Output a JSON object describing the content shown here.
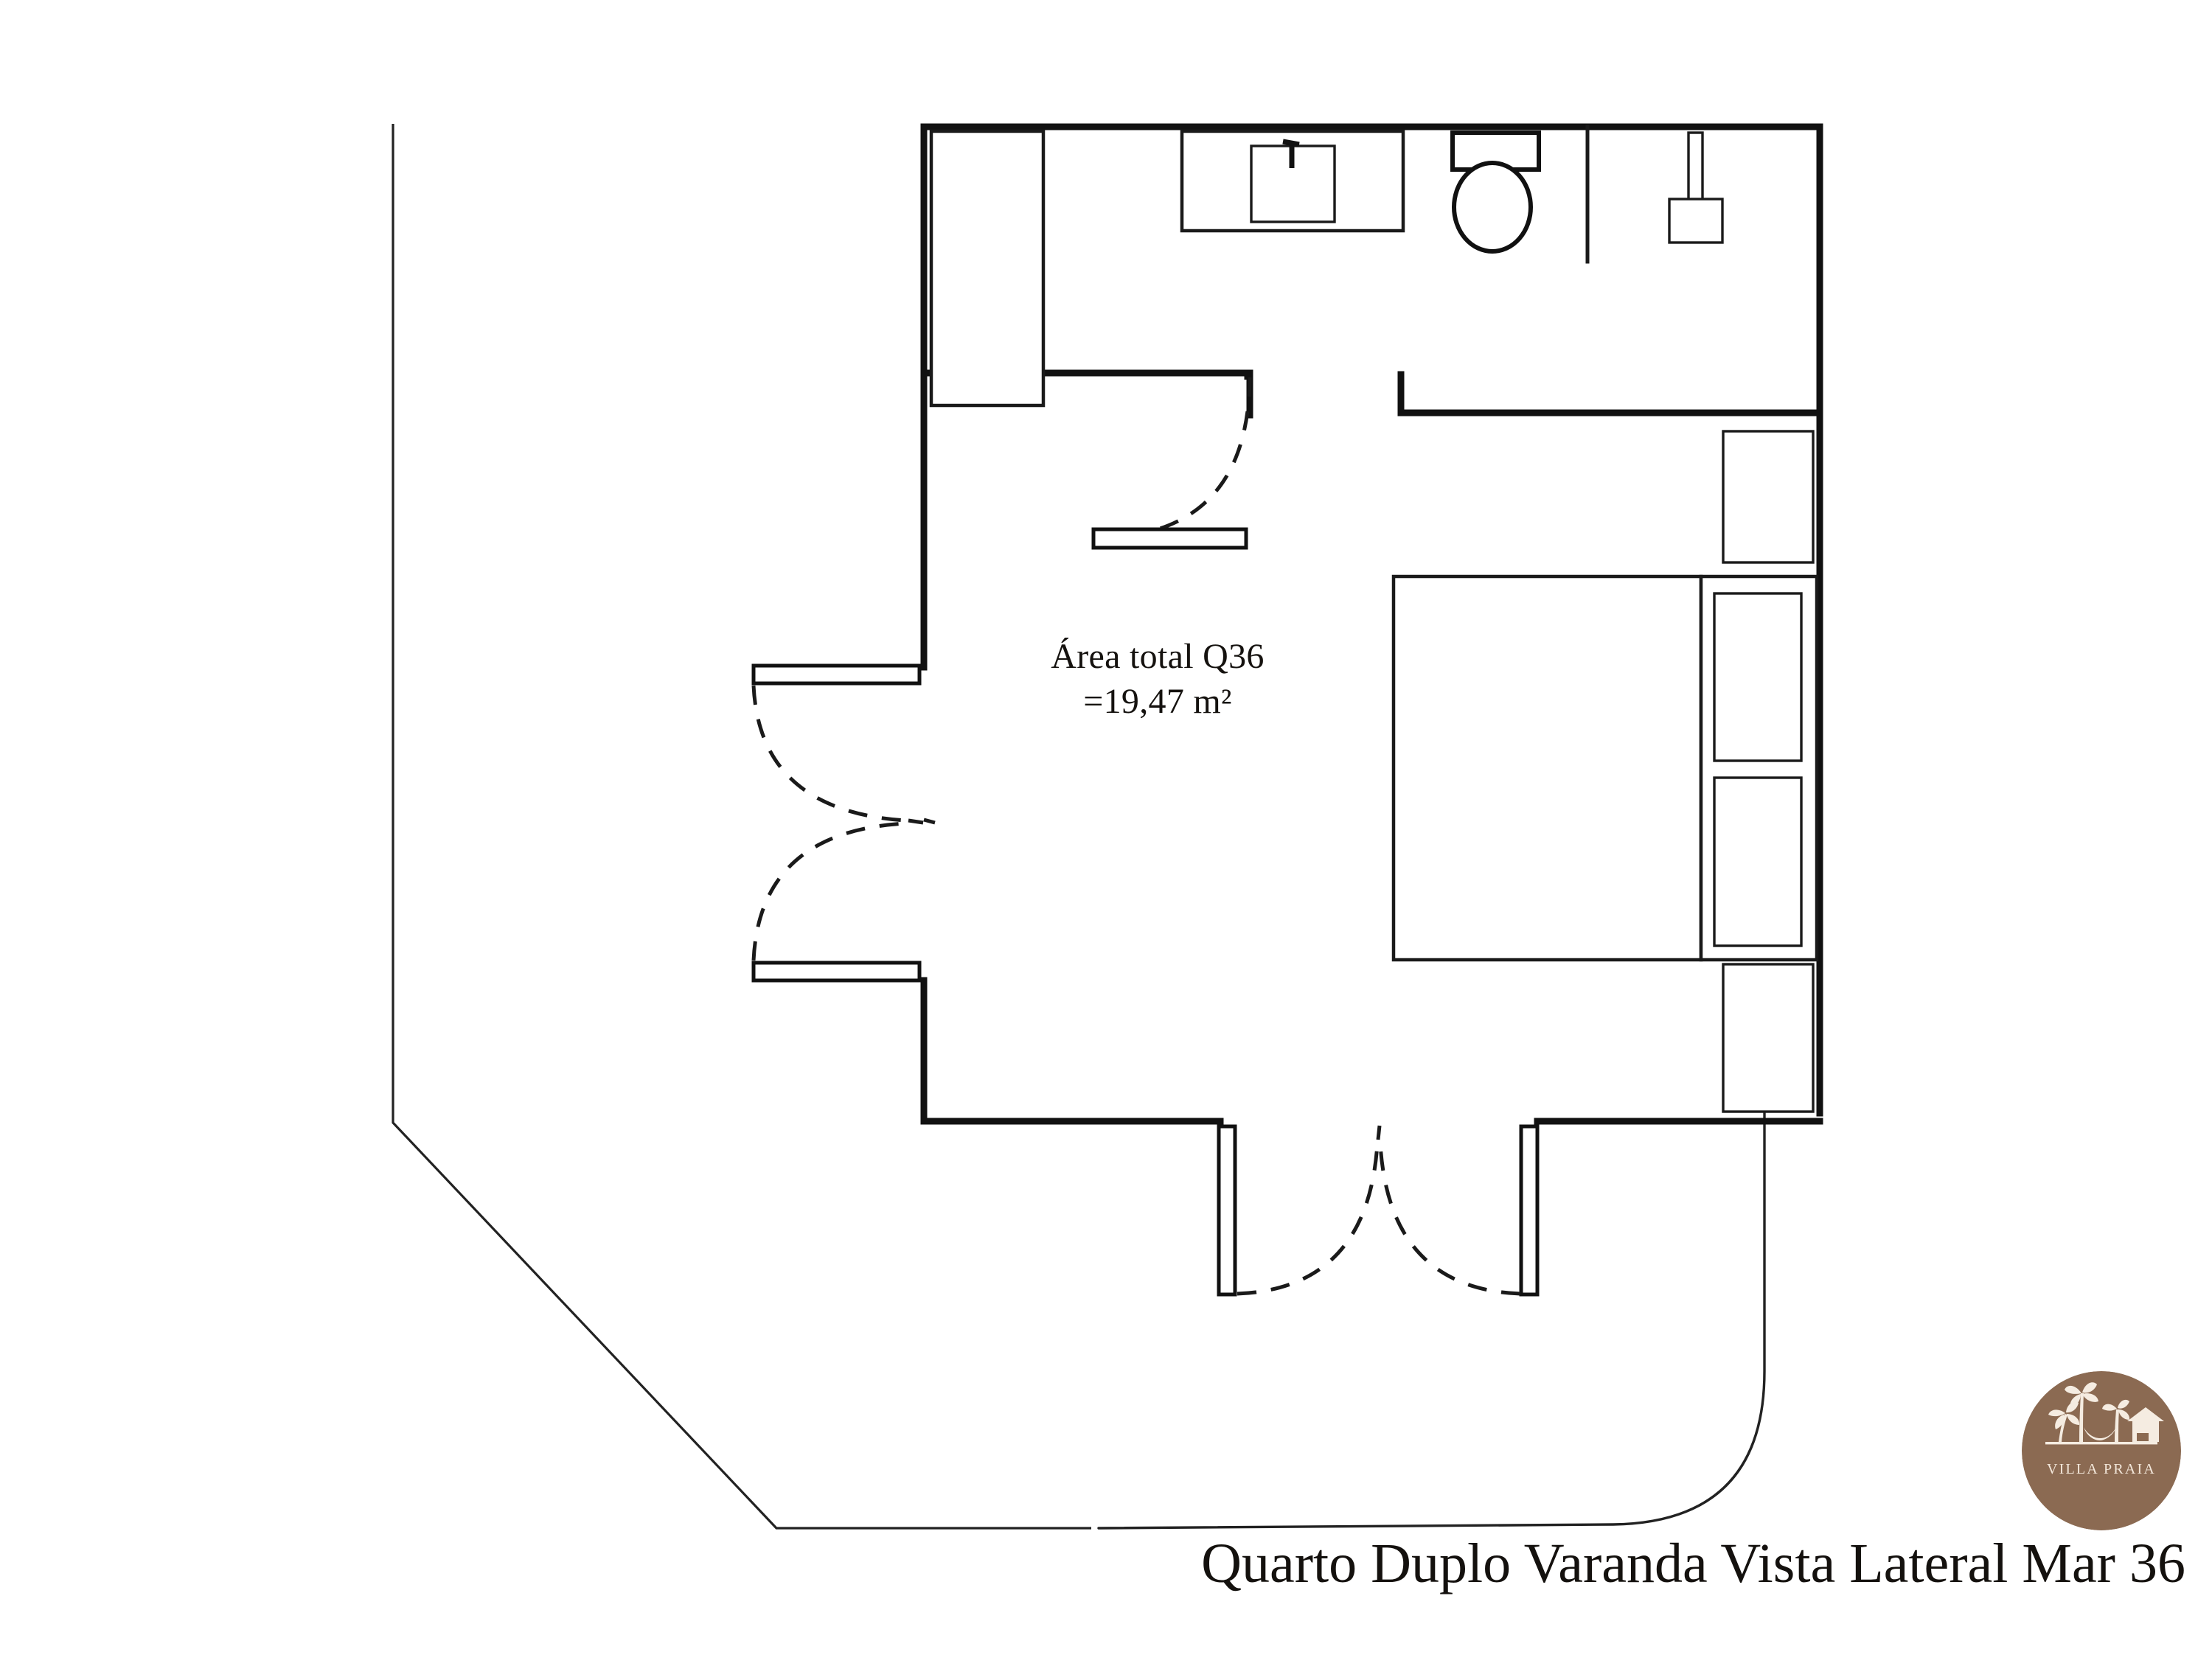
{
  "plan": {
    "title": "Quarto Duplo Varanda Vista Lateral Mar 36",
    "area_label_line1": "Área total Q36",
    "area_label_line2": "=19,47 m²",
    "room_code": "Q36",
    "area_value": "19,47",
    "area_unit": "m²",
    "ink_color": "#111111",
    "background_color": "#ffffff"
  },
  "logo": {
    "brand": "VILLA PRAIA",
    "circle_color": "#8b6a52",
    "mark_color": "#f5ece1",
    "icons": [
      "palm-tree-icon",
      "palm-tree-icon",
      "hammock-icon",
      "beach-house-icon"
    ]
  },
  "elements": {
    "wardrobe": "Wardrobe",
    "vanity": "Bathroom vanity counter",
    "sink": "Sink basin",
    "faucet": "Faucet",
    "toilet": "Toilet",
    "shower": "Shower head",
    "bathroom_door": "Bathroom door",
    "bed": "Double bed",
    "headboard": "Headboard",
    "pillow_upper": "Pillow",
    "pillow_lower": "Pillow",
    "nightstand_upper": "Nightstand",
    "nightstand_lower": "Nightstand",
    "entry_double_door": "Entry double door",
    "balcony_double_door": "Balcony double door",
    "balcony_outline": "Balcony edge",
    "exterior_wall": "Exterior wall"
  }
}
